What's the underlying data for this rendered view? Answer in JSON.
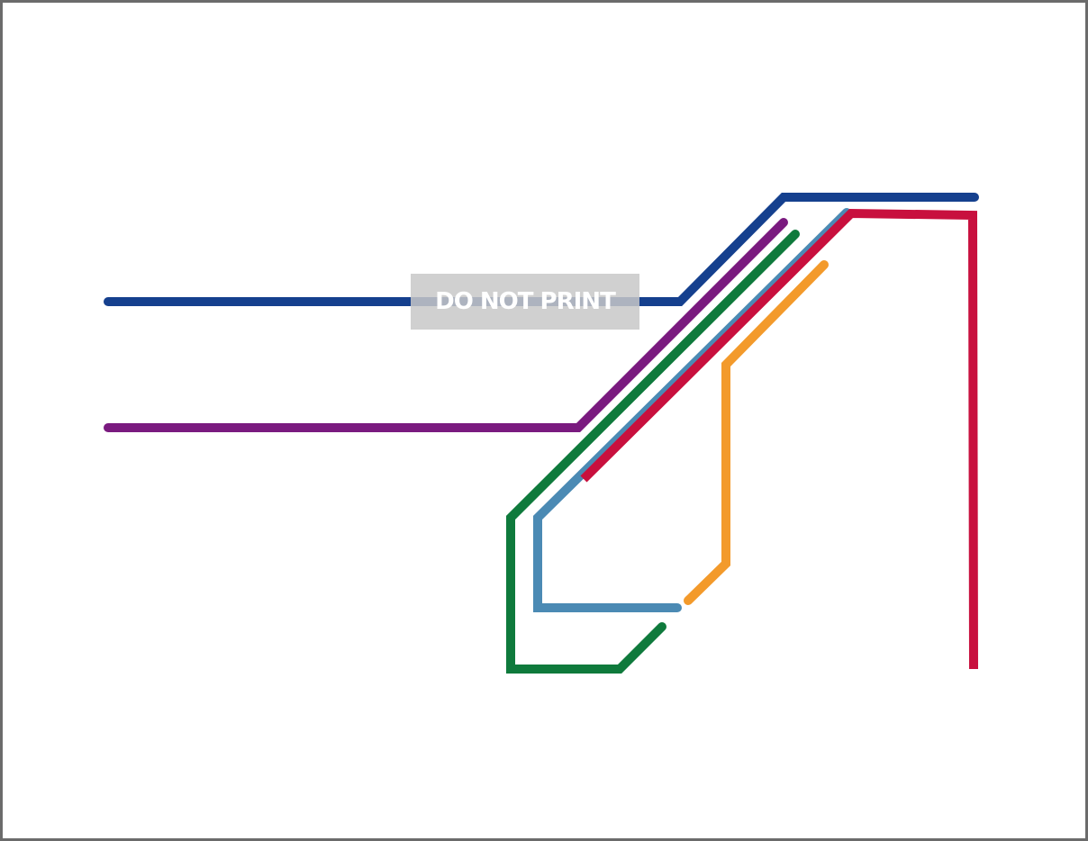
{
  "watermark": {
    "text": "DO NOT PRINT",
    "color": "#c8c8c8"
  },
  "lines": [
    {
      "name": "dark-blue-line",
      "color": "#15408e"
    },
    {
      "name": "purple-line",
      "color": "#7a1a7f"
    },
    {
      "name": "green-line",
      "color": "#0f7a3c"
    },
    {
      "name": "light-blue-line",
      "color": "#4b8ab4"
    },
    {
      "name": "red-line",
      "color": "#c8103e"
    },
    {
      "name": "orange-line",
      "color": "#f39a2b"
    }
  ]
}
